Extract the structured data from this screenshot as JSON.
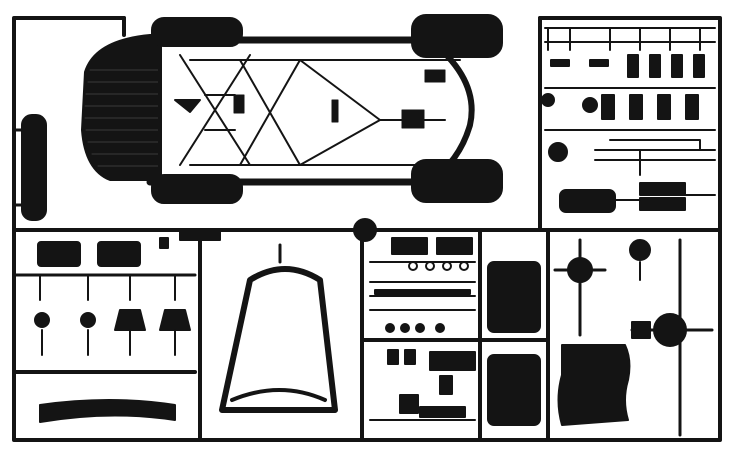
{
  "image": {
    "kind": "product-photo",
    "subject": "plastic-model-kit-sprue",
    "background": "#ffffff",
    "part_color": "#141414",
    "highlight_color": "#3a3a3a"
  },
  "sections": [
    {
      "id": "chassis-frame"
    },
    {
      "id": "suspension-and-shocks"
    },
    {
      "id": "leaf-springs"
    },
    {
      "id": "rear-frame-hoop"
    },
    {
      "id": "small-fittings"
    },
    {
      "id": "fuel-tanks-and-axle"
    }
  ]
}
